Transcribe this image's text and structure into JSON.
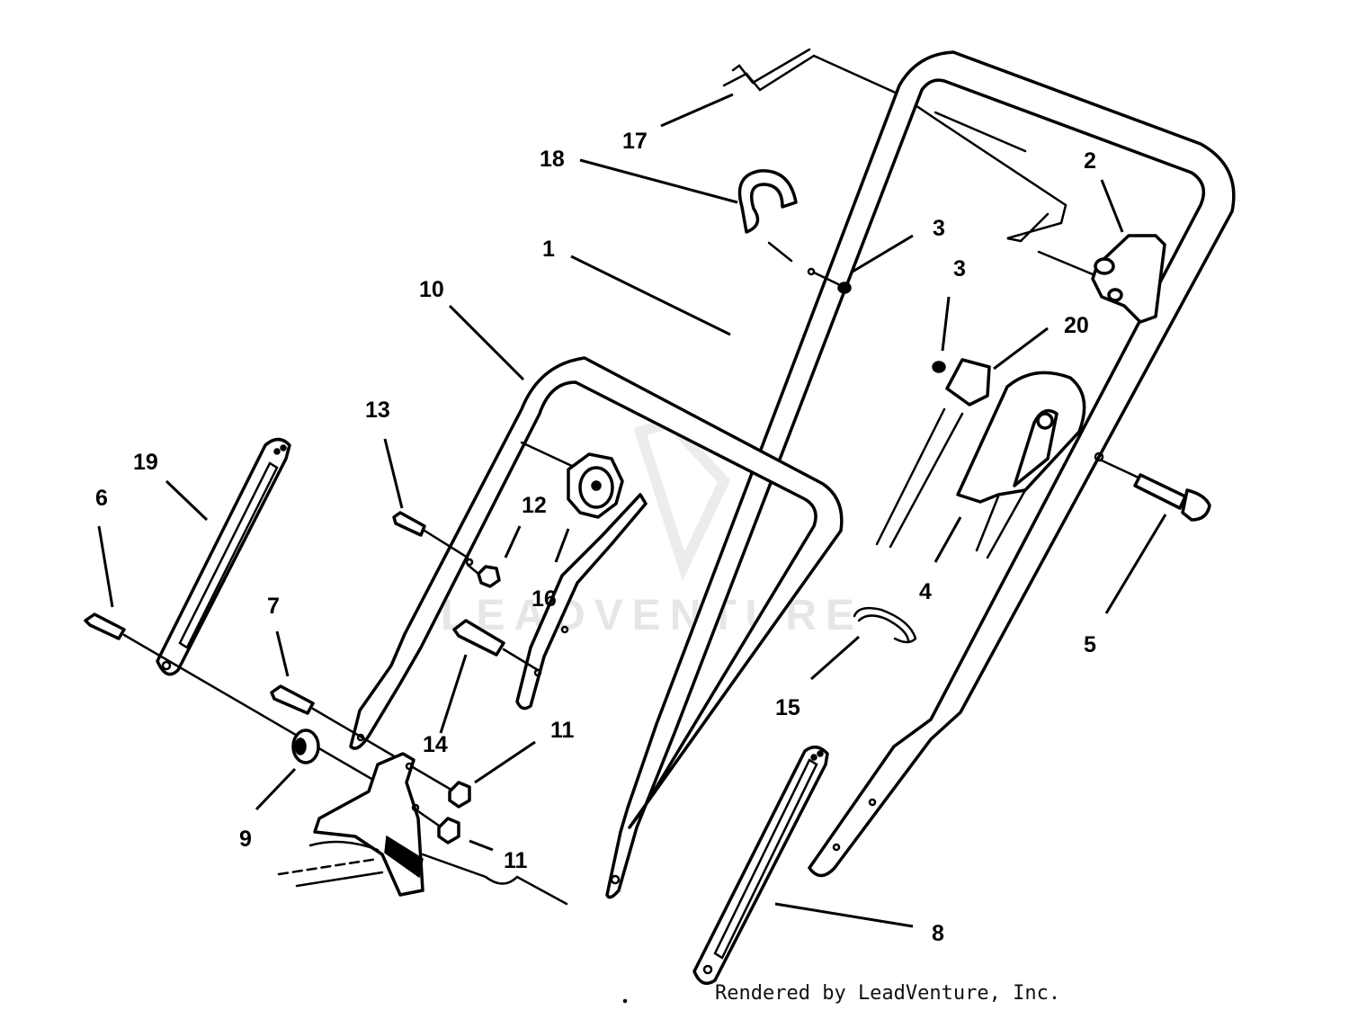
{
  "diagram": {
    "watermark": "LEADVENTURE",
    "credit": "Rendered by LeadVenture, Inc.",
    "callouts": [
      {
        "id": "17",
        "label": "17"
      },
      {
        "id": "18",
        "label": "18"
      },
      {
        "id": "2",
        "label": "2"
      },
      {
        "id": "3a",
        "label": "3"
      },
      {
        "id": "3b",
        "label": "3"
      },
      {
        "id": "1",
        "label": "1"
      },
      {
        "id": "10",
        "label": "10"
      },
      {
        "id": "20",
        "label": "20"
      },
      {
        "id": "13",
        "label": "13"
      },
      {
        "id": "19",
        "label": "19"
      },
      {
        "id": "12",
        "label": "12"
      },
      {
        "id": "6",
        "label": "6"
      },
      {
        "id": "16",
        "label": "16"
      },
      {
        "id": "4",
        "label": "4"
      },
      {
        "id": "7",
        "label": "7"
      },
      {
        "id": "5",
        "label": "5"
      },
      {
        "id": "15",
        "label": "15"
      },
      {
        "id": "14",
        "label": "14"
      },
      {
        "id": "11a",
        "label": "11"
      },
      {
        "id": "9",
        "label": "9"
      },
      {
        "id": "11b",
        "label": "11"
      },
      {
        "id": "8",
        "label": "8"
      }
    ]
  }
}
